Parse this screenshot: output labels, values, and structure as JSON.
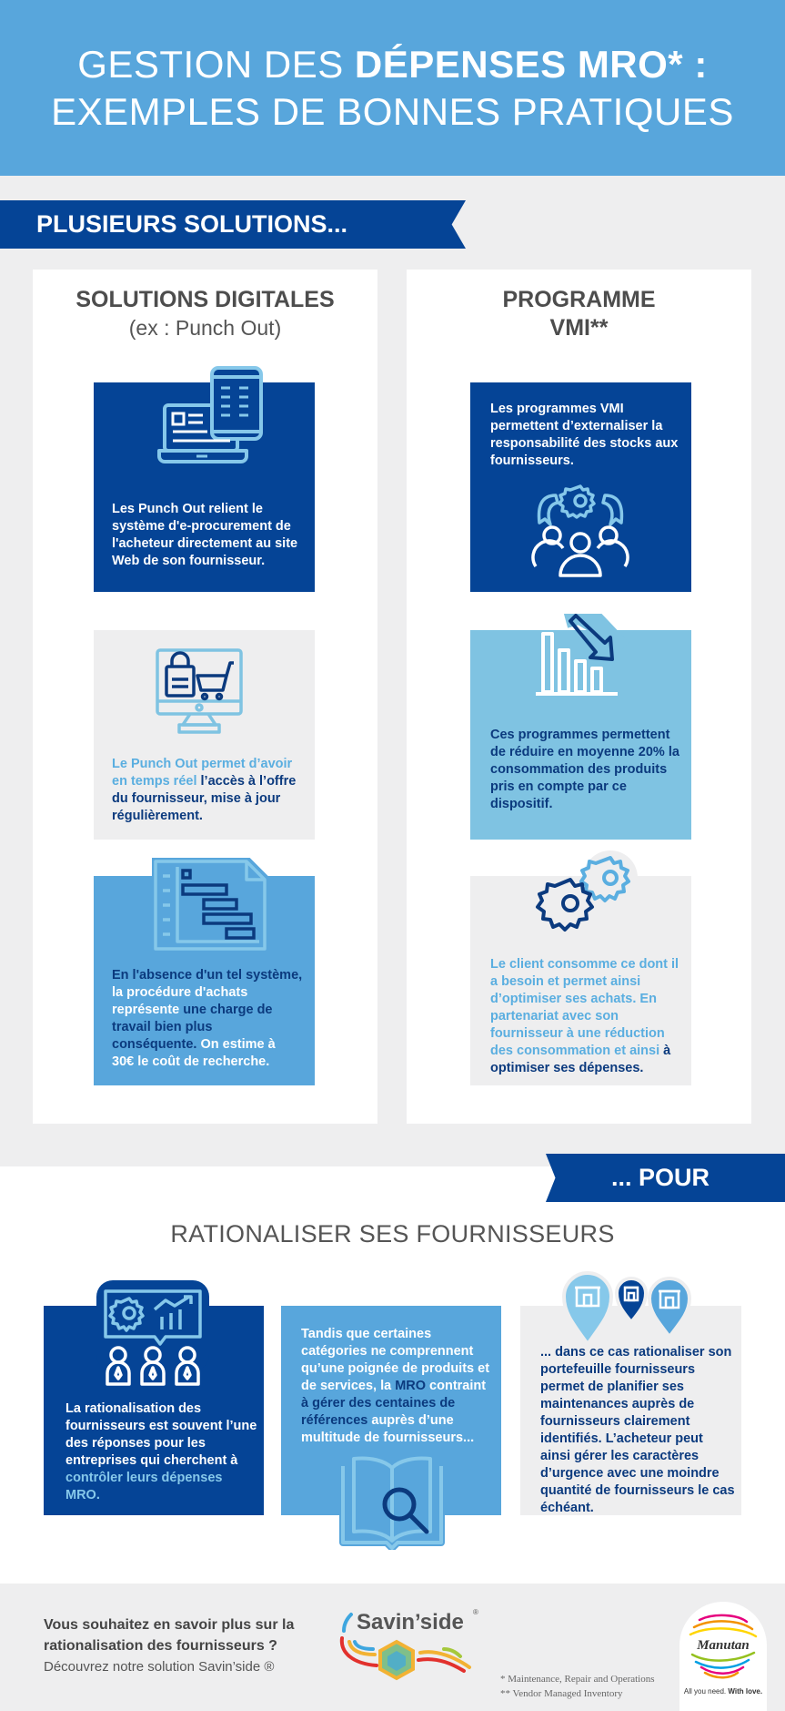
{
  "header": {
    "line1_prefix": "GESTION DES ",
    "line1_bold": "DÉPENSES MRO* :",
    "line2": "EXEMPLES DE BONNES PRATIQUES"
  },
  "section1": {
    "banner": "PLUSIEURS SOLUTIONS...",
    "left_column": {
      "title": "SOLUTIONS DIGITALES",
      "subtitle": "(ex : Punch Out)",
      "boxes": [
        {
          "icon": "laptop-phone-icon",
          "color": "#054496",
          "segments": [
            {
              "text": "Les Punch Out relient le système d'e-procurement de l'acheteur directement au site Web de son fournisseur.",
              "color": "white"
            }
          ]
        },
        {
          "icon": "monitor-shopping-icon",
          "color": "#eeeeef",
          "segments": [
            {
              "text": "Le Punch Out permet d’avoir en temps réel ",
              "color": "sky"
            },
            {
              "text": "l’accès à l’offre du fournisseur, mise à jour régulièrement.",
              "color": "navy"
            }
          ]
        },
        {
          "icon": "gantt-document-icon",
          "color": "#58a6dc",
          "segments": [
            {
              "text": "En l'absence d'un tel système, la procédure d'achats représente ",
              "color": "navy_white_mix"
            },
            {
              "text": "une charge de travail bien plus conséquente. ",
              "color": "navy"
            },
            {
              "text": "On estime à 30€ le coût de recherche.",
              "color": "white"
            }
          ],
          "line_parts": {
            "p1": "En l'absence d'un tel système,",
            "p2": "la procédure d'achats",
            "p3": "représente ",
            "p4": "une charge de",
            "p5": "travail bien plus",
            "p6": "conséquente.",
            "p7": " On estime à",
            "p8": "30€ le coût de recherche."
          }
        }
      ]
    },
    "right_column": {
      "title_line1": "PROGRAMME",
      "title_line2": "VMI**",
      "boxes": [
        {
          "icon": "team-gear-icon",
          "color": "#054496",
          "text": "Les programmes VMI permettent d’externaliser la responsabilité des stocks aux fournisseurs."
        },
        {
          "icon": "declining-bar-chart-icon",
          "color": "#7fc3e2",
          "text": "Ces programmes permettent de réduire en moyenne 20% la consommation des produits pris en compte par ce dispositif."
        },
        {
          "icon": "gears-icon",
          "color": "#eeeeef",
          "text_sky": "Le client consomme ce dont il a besoin et permet ainsi d’optimiser ses achats. En partenariat avec son fournisseur à une réduction des consommation et ainsi ",
          "text_navy": "à optimiser ses dépenses."
        }
      ]
    }
  },
  "section2": {
    "banner": "... POUR",
    "title": "RATIONALISER SES FOURNISSEURS",
    "boxes": [
      {
        "icon": "team-analytics-icon",
        "color": "#054496",
        "text_white": "La rationalisation des fournisseurs est souvent l’une des réponses pour les entreprises qui cherchent à ",
        "text_sky": "contrôler leurs dépenses MRO."
      },
      {
        "icon": "book-search-icon",
        "color": "#58a6dc",
        "t1": "Tandis que certaines catégories ne comprennent qu’une poignée de produits et de services, la ",
        "t2": "MRO",
        "t3": " contraint ",
        "t4": "à gérer des centaines de références",
        "t5": " auprès d’une multitude de fournisseurs..."
      },
      {
        "icon": "store-pins-icon",
        "color": "#eeeeef",
        "text": "... dans ce cas rationaliser son portefeuille fournisseurs permet de planifier ses maintenances auprès de fournisseurs clairement identifiés. L’acheteur peut ainsi gérer les caractères d’urgence avec une moindre quantité de fournisseurs le cas échéant."
      }
    ]
  },
  "footer": {
    "question_line1": "Vous souhaitez en savoir plus sur la",
    "question_line2": "rationalisation des fournisseurs ?",
    "cta": "Découvrez notre solution Savin’side ®",
    "savinside_logo": "Savin’side",
    "savinside_mark": "®",
    "notes": [
      "* Maintenance, Repair and Operations",
      "** Vendor Managed Inventory"
    ],
    "manutan_logo": "Manutan",
    "manutan_tagline_regular": "All you need. ",
    "manutan_tagline_bold": "With love."
  },
  "colors": {
    "header_blue": "#58a6dc",
    "navy": "#054496",
    "light_blue": "#7fc3e2",
    "grey_bg": "#eeeeef"
  }
}
